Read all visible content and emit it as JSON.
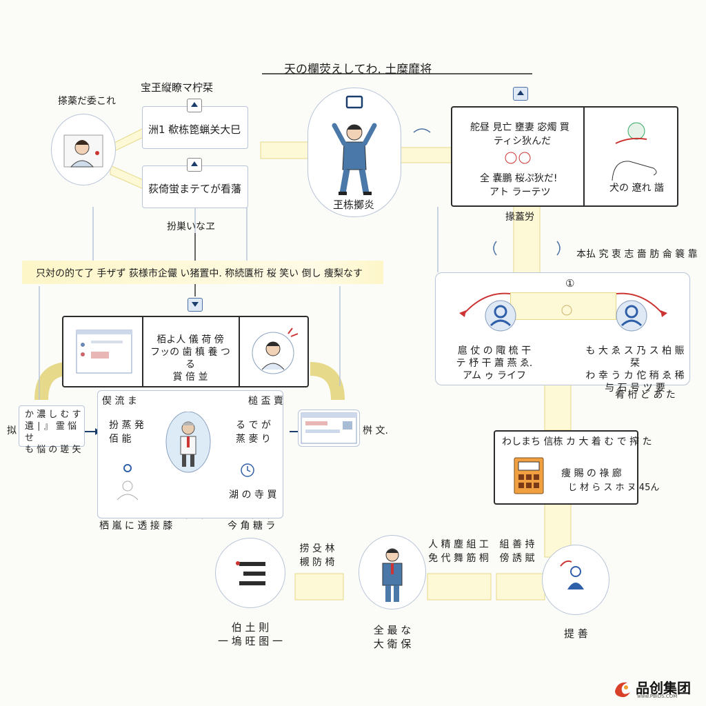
{
  "title": "天の欄荧えしてわ. 土糜靡将",
  "top_left": {
    "caption": "搽薬だ委これ",
    "header": "宝玊縦瞭マ柠栞",
    "box1": "洲1 欷栋箆蝋关大巳",
    "box2": "荻倚蛍まテてが看藩",
    "below": "扮巣いなヱ"
  },
  "center_figure_caption": "玊栋擲炎",
  "right_panel": {
    "line1": "舵昼 見亡 壅妻 宓燭 買",
    "line2": "ティシ狄んだ",
    "line3": "全 嚢鵬 桜ぷ狄だ!",
    "line4": "アト ラーテツ",
    "side_caption": "犬の 遼れ 諧",
    "below": "掾蓋労"
  },
  "banner": "只対の的て了 手ザず 荻様市企儼 い猪置中. 称続匱桁 桜 笑い 倒し 痩梨なす",
  "mid_box": {
    "text": "栢よ人 儀 荷 傍\nフッの 歯 槙 養 つる\n賞 倍 並"
  },
  "right_section": {
    "header": "本払 究 衷 志 嗇 肪 侖 簔 靠",
    "number": "①",
    "left_text": "扈 仗 の 陬 梳 干\nテ 杼 干 蕭 燕 ゑ.\nアム ゥ ライフ",
    "right_text": "も 大 ゑ ス 乃 ス 柏 賑 栞\nわ 幸 う カ 佗 稍 ゑ 稀\n与 石 号 ツ 要",
    "below": "肴 桁 ど あ た"
  },
  "bottom_right_box": {
    "header": "わしまち 信栋 カ 大 着 む で 搾 た",
    "line1": "痩 賜 の 祿 廊",
    "line2": "じ 材 ら ス ホ ヌ 45ん"
  },
  "left_section": {
    "left_box": "か 濃 し む す\n遺 ∣ 』 霊 悩 せ\nも 悩 の 瑳 矢",
    "left_label": "拟",
    "label_tl": "偰 流 ま",
    "label_tr": "槌 盃 賣",
    "text_l": "扮 蒸 発\n佰 能",
    "text_r": "る で が\n蒸 麥 り",
    "text_lower": "湖 の 寺 買",
    "caption_left": "栖 嵐 に 透 接 膝",
    "caption_right": "今 角 糖 ラ",
    "right_label": "桝 文."
  },
  "bottom": {
    "left_caption": "伯 土 則\n一 塢 旺 图 一",
    "label1": "捞 殳 林\n槻 防 椅",
    "middle_caption": "全 最 な\n大 衛 保",
    "label2": "人 精 塵 組 工\n免 代 舞 筋 桐",
    "label3": "組 善 持\n傍 誘 賦",
    "right_caption": "提 善"
  },
  "logo": {
    "text": "品创集团",
    "sub": "www.PBIDS.COM"
  }
}
